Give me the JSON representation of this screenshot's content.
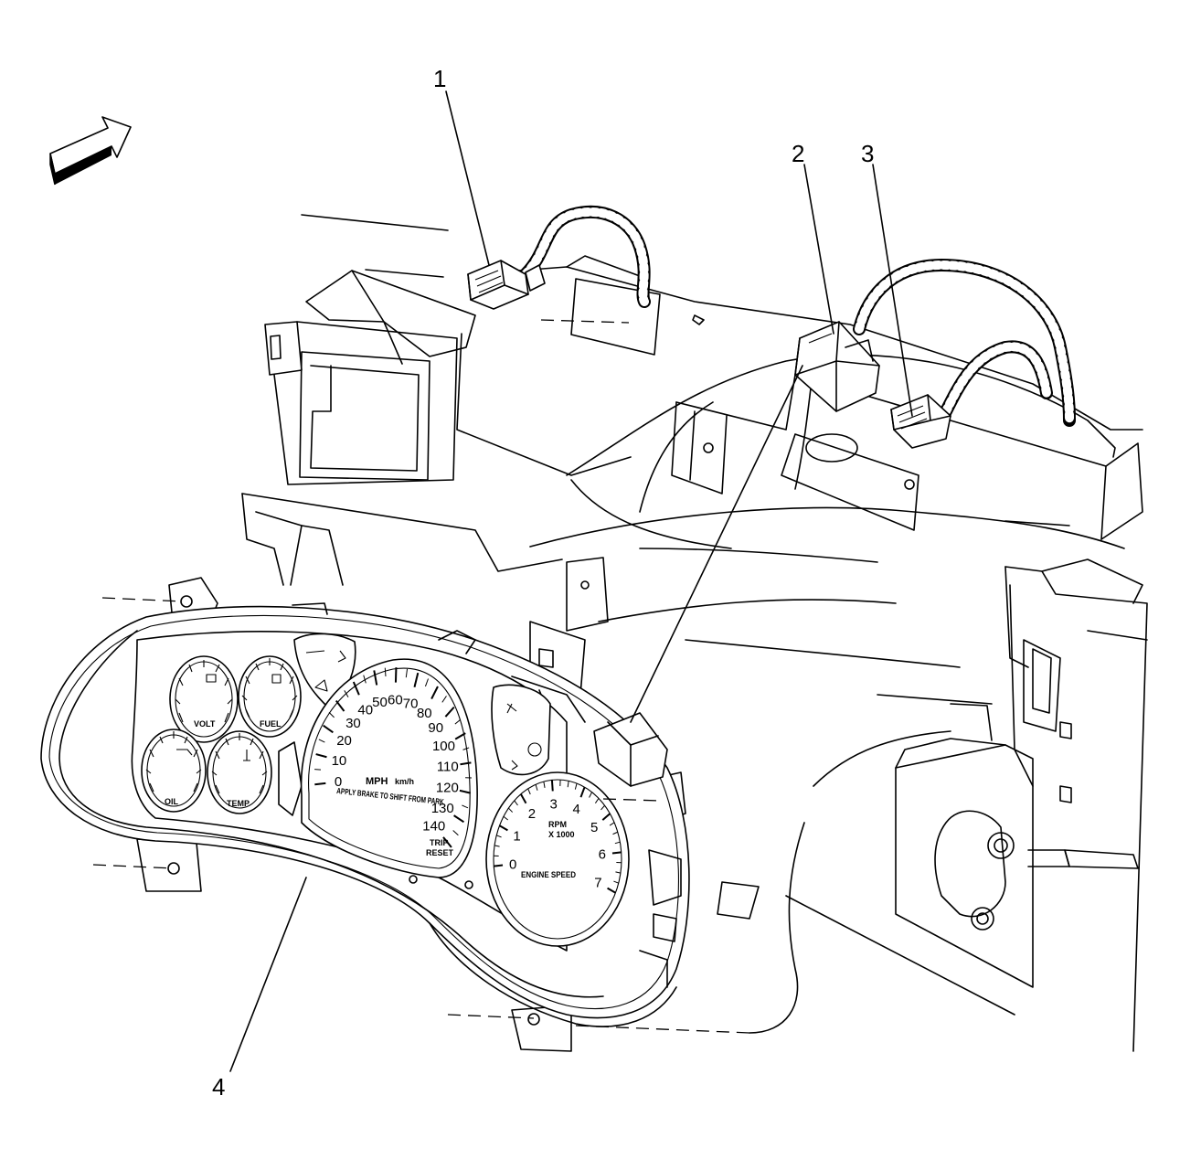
{
  "callouts": [
    {
      "label": "1"
    },
    {
      "label": "2"
    },
    {
      "label": "3"
    },
    {
      "label": "4"
    }
  ],
  "speedometer": {
    "mph_ticks": [
      "0",
      "10",
      "20",
      "30",
      "40",
      "50",
      "60",
      "70",
      "80",
      "90",
      "100",
      "110",
      "120",
      "130",
      "140"
    ],
    "units": "MPH",
    "units_metric": "km/h",
    "warning": "APPLY BRAKE TO SHIFT FROM PARK",
    "trip": "TRIP",
    "reset": "RESET"
  },
  "tachometer": {
    "ticks": [
      "0",
      "1",
      "2",
      "3",
      "4",
      "5",
      "6",
      "7"
    ],
    "units": "RPM",
    "multiplier": "X 1000",
    "caption": "ENGINE SPEED"
  },
  "gauges": {
    "volt": "VOLT",
    "fuel": "FUEL",
    "oil": "OIL",
    "temp": "TEMP"
  },
  "colors": {
    "ink": "#000000",
    "paper": "#ffffff"
  },
  "icons": [
    "view-direction-arrow-icon"
  ]
}
